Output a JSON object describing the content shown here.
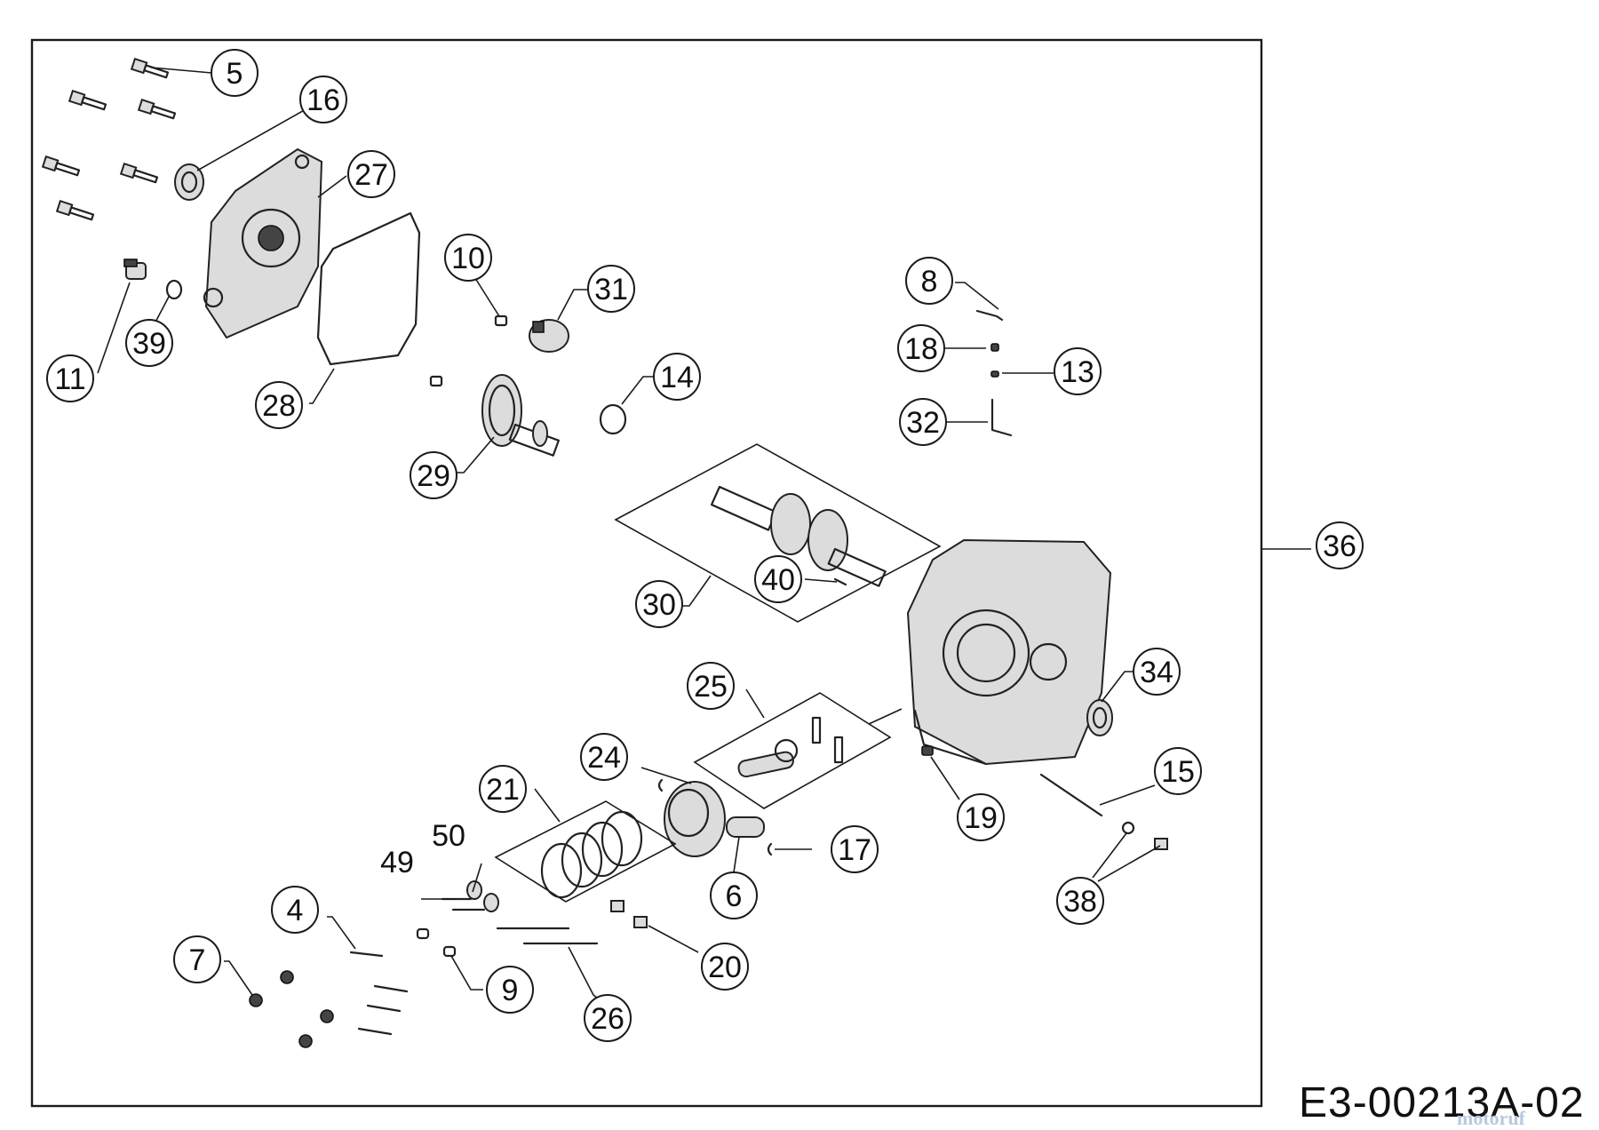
{
  "diagram": {
    "code": "E3-00213A-02",
    "watermark": "motoruf",
    "callouts": [
      "5",
      "16",
      "27",
      "10",
      "31",
      "8",
      "18",
      "13",
      "32",
      "11",
      "39",
      "28",
      "14",
      "29",
      "30",
      "40",
      "36",
      "34",
      "25",
      "24",
      "21",
      "50",
      "49",
      "4",
      "7",
      "9",
      "26",
      "20",
      "6",
      "17",
      "19",
      "15",
      "38"
    ]
  }
}
